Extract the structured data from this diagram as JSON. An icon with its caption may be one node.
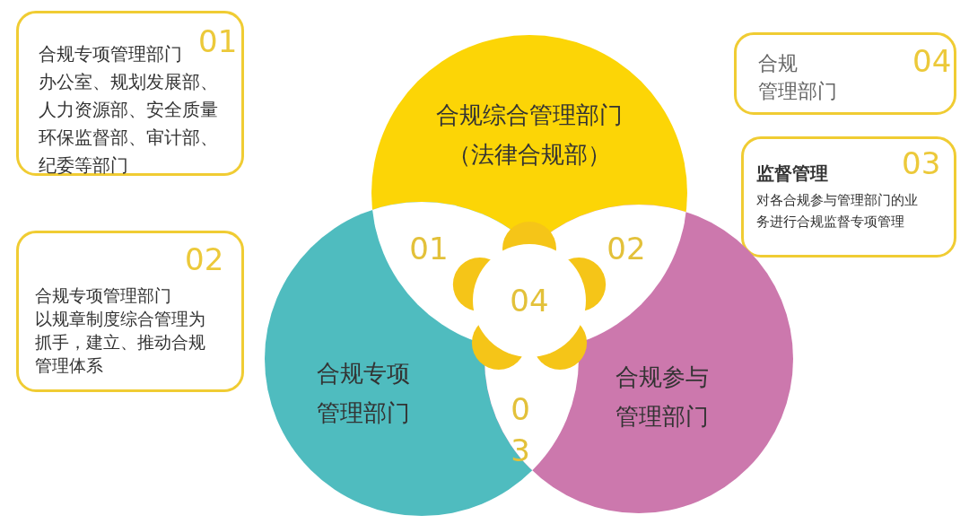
{
  "diagram": {
    "nodes": [
      {
        "text": [
          "合规综合管理部门（法律合规部）"
        ]
      },
      {
        "text": [
          "合规专项管理部门"
        ]
      },
      {
        "text": [
          "合规参与管理部门"
        ]
      },
      {
        "text": [
          "04"
        ]
      },
      {
        "text": [
          "01",
          "合规专项管理部门",
          "办公室、规划发展部、人力资源部、安全质量环保监督部、审计部、纪委等部门"
        ]
      },
      {
        "text": [
          "02",
          "合规专项管理部门",
          "以规章制度综合管理为抓手，建立、推动合规管理体系"
        ]
      },
      {
        "text": [
          "合规管理部门",
          "04"
        ]
      },
      {
        "text": [
          "03",
          "监督管理",
          "对各合规参与管理部门的业务进行合规监督专项管理"
        ]
      }
    ],
    "edges": [],
    "labels": [
      "01",
      "02",
      "03"
    ]
  }
}
